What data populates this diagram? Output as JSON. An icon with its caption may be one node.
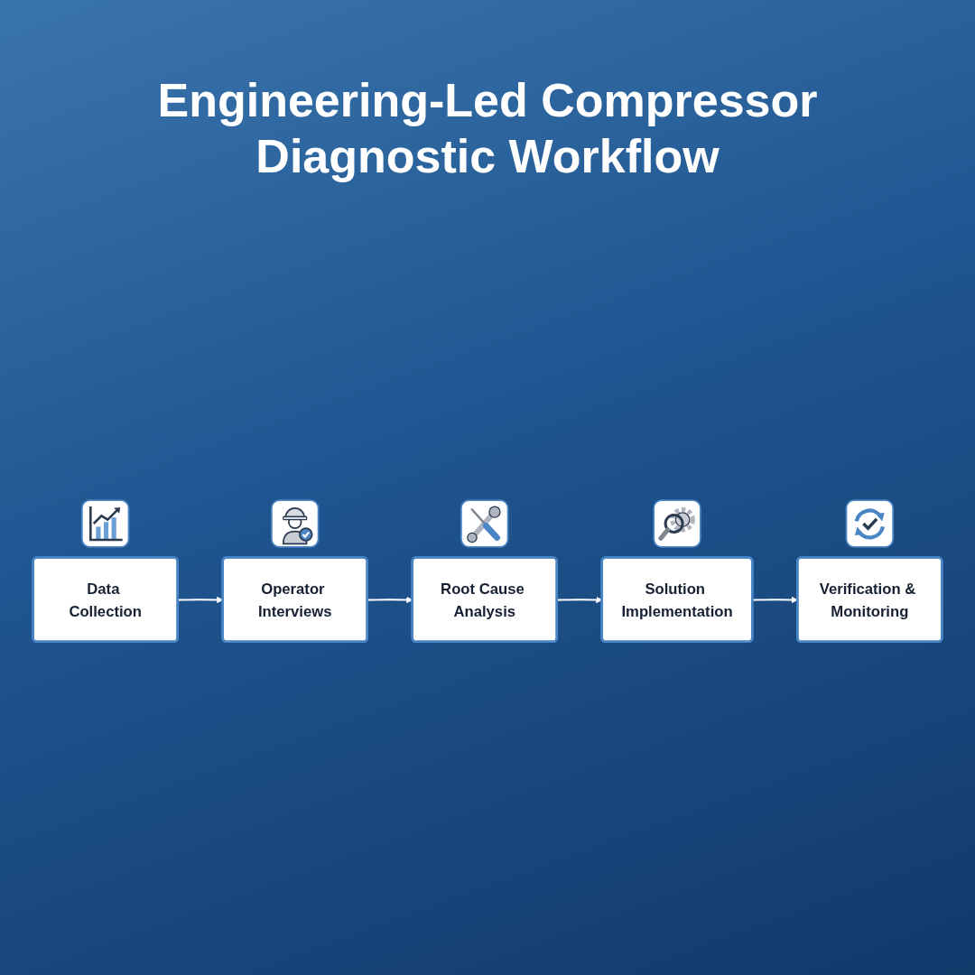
{
  "diagram": {
    "title": "Engineering-Led Compressor Diagnostic Workflow",
    "nodes": [
      {
        "text": [
          "Data Collection"
        ]
      },
      {
        "text": [
          "Operator Interviews"
        ]
      },
      {
        "text": [
          "Root Cause Analysis"
        ]
      },
      {
        "text": [
          "Solution Implementation"
        ]
      },
      {
        "text": [
          "Verification & Monitoring"
        ]
      }
    ],
    "edges": [
      {
        "from": 0,
        "to": 1,
        "arrow": "to"
      },
      {
        "from": 1,
        "to": 2,
        "arrow": "to"
      },
      {
        "from": 2,
        "to": 3,
        "arrow": "to"
      },
      {
        "from": 3,
        "to": 4,
        "arrow": "to"
      }
    ]
  }
}
